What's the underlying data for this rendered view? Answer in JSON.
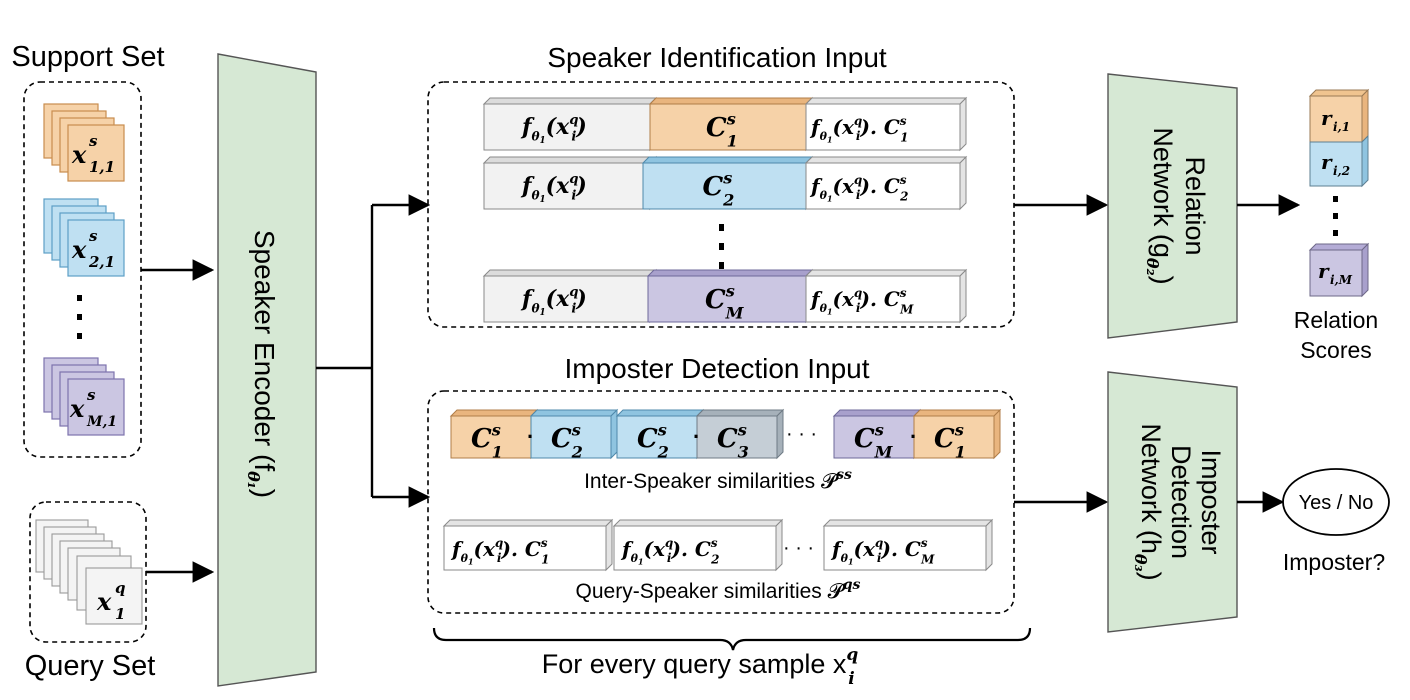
{
  "labels": {
    "support_set": "Support Set",
    "query_set": "Query Set",
    "speaker_encoder": "Speaker Encoder (f",
    "speaker_encoder_sub": "θ₁",
    "speaker_encoder_close": ")",
    "sid_title": "Speaker Identification Input",
    "imp_title": "Imposter Detection Input",
    "relation_line1": "Relation",
    "relation_line2": "Network (g",
    "relation_sub": "θ₂",
    "relation_close": ")",
    "imposter_line1": "Imposter",
    "imposter_line2": "Detection",
    "imposter_line3": "Network (h",
    "imposter_sub": "θ₃",
    "imposter_close": ")",
    "relation_scores_1": "Relation",
    "relation_scores_2": "Scores",
    "yes_no": "Yes / No",
    "imposter_q": "Imposter?",
    "inter_caption": "Inter-Speaker similarities 𝓟",
    "inter_sup": "ss",
    "query_caption": "Query-Speaker similarities 𝓟",
    "query_sup": "qs",
    "brace_caption": "For every query sample x",
    "brace_sup": "q",
    "brace_sub": "i"
  },
  "support_items": [
    {
      "base": "x",
      "sup": "s",
      "sub": "1,1"
    },
    {
      "base": "x",
      "sup": "s",
      "sub": "2,1"
    },
    {
      "base": "x",
      "sup": "s",
      "sub": "M,1"
    }
  ],
  "query_item": {
    "base": "x",
    "sup": "q",
    "sub": "1"
  },
  "sid_rows": [
    {
      "left": "fθ₁(xᵢ^q)",
      "mid": "C",
      "mid_sup": "s",
      "mid_sub": "1",
      "right": "fθ₁(xᵢ^q). C₁ˢ"
    },
    {
      "left": "fθ₁(xᵢ^q)",
      "mid": "C",
      "mid_sup": "s",
      "mid_sub": "2",
      "right": "fθ₁(xᵢ^q). C₂ˢ"
    },
    {
      "left": "fθ₁(xᵢ^q)",
      "mid": "C",
      "mid_sup": "s",
      "mid_sub": "M",
      "right": "fθ₁(xᵢ^q). C_Mˢ"
    }
  ],
  "inter_pairs": [
    {
      "a": "C",
      "a_sub": "1",
      "b": "C",
      "b_sub": "2"
    },
    {
      "a": "C",
      "a_sub": "2",
      "b": "C",
      "b_sub": "3"
    },
    {
      "a": "C",
      "a_sub": "M",
      "b": "C",
      "b_sub": "1"
    }
  ],
  "query_pairs": [
    {
      "sub": "1"
    },
    {
      "sub": "2"
    },
    {
      "sub": "M"
    }
  ],
  "scores": [
    {
      "base": "r",
      "sub": "i,1"
    },
    {
      "base": "r",
      "sub": "i,2"
    },
    {
      "base": "r",
      "sub": "i,M"
    }
  ],
  "ellipsis": "· · ·",
  "colors": {
    "orange": "#f6d2a8",
    "orange_dark": "#e9b57e",
    "blue": "#bfe0f2",
    "blue_dark": "#8fc4e0",
    "purple": "#cbc6e2",
    "purple_dark": "#a8a0cc",
    "gray": "#c5ced6",
    "green": "#d6e8d4",
    "white_block": "#f2f2f2"
  }
}
